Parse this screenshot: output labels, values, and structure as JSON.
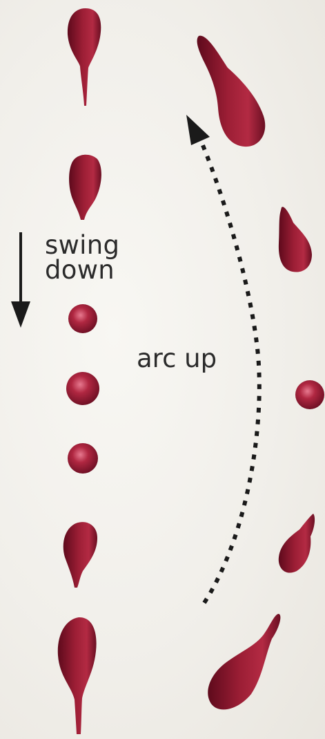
{
  "labels": {
    "swing_down_line1": "swing",
    "swing_down_line2": "down",
    "arc_up": "arc up"
  },
  "colors": {
    "drop_dark": "#5e0a1c",
    "drop_mid": "#9c1e35",
    "drop_light": "#d85a72",
    "arrow": "#1a1a1a",
    "text": "#2b2b2b",
    "background": "#f3f1ec"
  },
  "sequences": {
    "swing_down": {
      "column": "left",
      "stages": [
        "teardrop-long",
        "teardrop",
        "sphere",
        "sphere",
        "sphere",
        "teardrop",
        "teardrop-long"
      ]
    },
    "arc_up": {
      "column": "right",
      "stages": [
        "teardrop-tilted",
        "teardrop-tilted",
        "sphere",
        "teardrop-tilted",
        "teardrop-tilted"
      ]
    }
  },
  "icons": {
    "swing_arrow": "down-arrow-icon",
    "arc_arrow": "dotted-curved-up-arrow-icon"
  }
}
